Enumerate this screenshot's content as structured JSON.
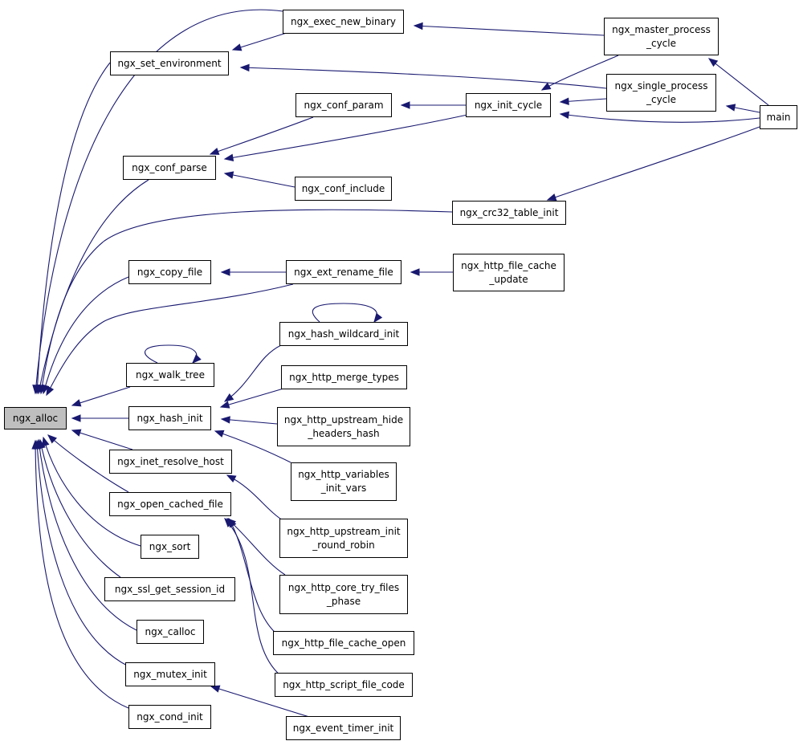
{
  "graph": {
    "root": "ngx_alloc",
    "colors": {
      "edge": "#191970",
      "node_border": "#000000",
      "root_fill": "#bfbfbf",
      "node_fill": "#ffffff"
    },
    "nodes": [
      {
        "id": "ngx_alloc",
        "label": "ngx_alloc",
        "root": true
      },
      {
        "id": "ngx_set_environment",
        "label": "ngx_set_environment"
      },
      {
        "id": "ngx_exec_new_binary",
        "label": "ngx_exec_new_binary"
      },
      {
        "id": "ngx_master_process_cycle",
        "label": "ngx_master_process\n_cycle"
      },
      {
        "id": "ngx_single_process_cycle",
        "label": "ngx_single_process\n_cycle"
      },
      {
        "id": "main",
        "label": "main"
      },
      {
        "id": "ngx_conf_param",
        "label": "ngx_conf_param"
      },
      {
        "id": "ngx_init_cycle",
        "label": "ngx_init_cycle"
      },
      {
        "id": "ngx_conf_parse",
        "label": "ngx_conf_parse"
      },
      {
        "id": "ngx_conf_include",
        "label": "ngx_conf_include"
      },
      {
        "id": "ngx_crc32_table_init",
        "label": "ngx_crc32_table_init"
      },
      {
        "id": "ngx_copy_file",
        "label": "ngx_copy_file"
      },
      {
        "id": "ngx_ext_rename_file",
        "label": "ngx_ext_rename_file"
      },
      {
        "id": "ngx_http_file_cache_update",
        "label": "ngx_http_file_cache\n_update"
      },
      {
        "id": "ngx_hash_wildcard_init",
        "label": "ngx_hash_wildcard_init"
      },
      {
        "id": "ngx_walk_tree",
        "label": "ngx_walk_tree"
      },
      {
        "id": "ngx_http_merge_types",
        "label": "ngx_http_merge_types"
      },
      {
        "id": "ngx_hash_init",
        "label": "ngx_hash_init"
      },
      {
        "id": "ngx_http_upstream_hide_headers_hash",
        "label": "ngx_http_upstream_hide\n_headers_hash"
      },
      {
        "id": "ngx_inet_resolve_host",
        "label": "ngx_inet_resolve_host"
      },
      {
        "id": "ngx_http_variables_init_vars",
        "label": "ngx_http_variables\n_init_vars"
      },
      {
        "id": "ngx_open_cached_file",
        "label": "ngx_open_cached_file"
      },
      {
        "id": "ngx_http_upstream_init_round_robin",
        "label": "ngx_http_upstream_init\n_round_robin"
      },
      {
        "id": "ngx_sort",
        "label": "ngx_sort"
      },
      {
        "id": "ngx_http_core_try_files_phase",
        "label": "ngx_http_core_try_files\n_phase"
      },
      {
        "id": "ngx_ssl_get_session_id",
        "label": "ngx_ssl_get_session_id"
      },
      {
        "id": "ngx_calloc",
        "label": "ngx_calloc"
      },
      {
        "id": "ngx_http_file_cache_open",
        "label": "ngx_http_file_cache_open"
      },
      {
        "id": "ngx_mutex_init",
        "label": "ngx_mutex_init"
      },
      {
        "id": "ngx_http_script_file_code",
        "label": "ngx_http_script_file_code"
      },
      {
        "id": "ngx_cond_init",
        "label": "ngx_cond_init"
      },
      {
        "id": "ngx_event_timer_init",
        "label": "ngx_event_timer_init"
      }
    ],
    "edges": [
      {
        "from": "ngx_set_environment",
        "to": "ngx_alloc"
      },
      {
        "from": "ngx_exec_new_binary",
        "to": "ngx_alloc"
      },
      {
        "from": "ngx_conf_parse",
        "to": "ngx_alloc"
      },
      {
        "from": "ngx_crc32_table_init",
        "to": "ngx_alloc"
      },
      {
        "from": "ngx_copy_file",
        "to": "ngx_alloc"
      },
      {
        "from": "ngx_ext_rename_file",
        "to": "ngx_alloc"
      },
      {
        "from": "ngx_walk_tree",
        "to": "ngx_alloc"
      },
      {
        "from": "ngx_hash_init",
        "to": "ngx_alloc"
      },
      {
        "from": "ngx_inet_resolve_host",
        "to": "ngx_alloc"
      },
      {
        "from": "ngx_open_cached_file",
        "to": "ngx_alloc"
      },
      {
        "from": "ngx_sort",
        "to": "ngx_alloc"
      },
      {
        "from": "ngx_ssl_get_session_id",
        "to": "ngx_alloc"
      },
      {
        "from": "ngx_calloc",
        "to": "ngx_alloc"
      },
      {
        "from": "ngx_mutex_init",
        "to": "ngx_alloc"
      },
      {
        "from": "ngx_cond_init",
        "to": "ngx_alloc"
      },
      {
        "from": "ngx_exec_new_binary",
        "to": "ngx_set_environment"
      },
      {
        "from": "ngx_single_process_cycle",
        "to": "ngx_set_environment"
      },
      {
        "from": "ngx_master_process_cycle",
        "to": "ngx_exec_new_binary"
      },
      {
        "from": "main",
        "to": "ngx_master_process_cycle"
      },
      {
        "from": "main",
        "to": "ngx_single_process_cycle"
      },
      {
        "from": "ngx_init_cycle",
        "to": "ngx_conf_param"
      },
      {
        "from": "ngx_master_process_cycle",
        "to": "ngx_init_cycle"
      },
      {
        "from": "ngx_single_process_cycle",
        "to": "ngx_init_cycle"
      },
      {
        "from": "main",
        "to": "ngx_init_cycle"
      },
      {
        "from": "ngx_conf_param",
        "to": "ngx_conf_parse"
      },
      {
        "from": "ngx_init_cycle",
        "to": "ngx_conf_parse"
      },
      {
        "from": "ngx_conf_include",
        "to": "ngx_conf_parse"
      },
      {
        "from": "main",
        "to": "ngx_crc32_table_init"
      },
      {
        "from": "ngx_ext_rename_file",
        "to": "ngx_copy_file"
      },
      {
        "from": "ngx_http_file_cache_update",
        "to": "ngx_ext_rename_file"
      },
      {
        "from": "ngx_hash_wildcard_init",
        "to": "ngx_hash_wildcard_init"
      },
      {
        "from": "ngx_walk_tree",
        "to": "ngx_walk_tree"
      },
      {
        "from": "ngx_hash_wildcard_init",
        "to": "ngx_hash_init"
      },
      {
        "from": "ngx_http_merge_types",
        "to": "ngx_hash_init"
      },
      {
        "from": "ngx_http_upstream_hide_headers_hash",
        "to": "ngx_hash_init"
      },
      {
        "from": "ngx_http_variables_init_vars",
        "to": "ngx_hash_init"
      },
      {
        "from": "ngx_http_upstream_init_round_robin",
        "to": "ngx_inet_resolve_host"
      },
      {
        "from": "ngx_http_core_try_files_phase",
        "to": "ngx_open_cached_file"
      },
      {
        "from": "ngx_http_file_cache_open",
        "to": "ngx_open_cached_file"
      },
      {
        "from": "ngx_http_script_file_code",
        "to": "ngx_open_cached_file"
      },
      {
        "from": "ngx_event_timer_init",
        "to": "ngx_mutex_init"
      }
    ]
  }
}
